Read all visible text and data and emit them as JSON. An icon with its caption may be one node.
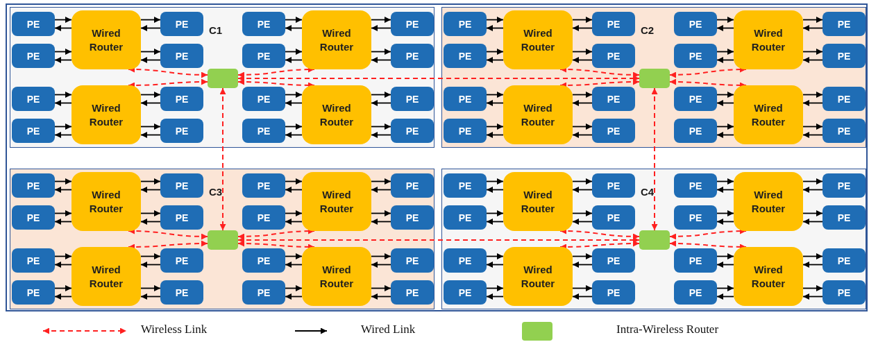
{
  "diagram": {
    "nodes": [
      {
        "text": [
          "C1"
        ]
      },
      {
        "text": [
          "Wired Router"
        ],
        "in": 0
      },
      {
        "text": [
          "PE"
        ],
        "in": 0
      },
      {
        "text": [
          "PE"
        ],
        "in": 0
      },
      {
        "text": [
          "PE"
        ],
        "in": 0
      },
      {
        "text": [
          "PE"
        ],
        "in": 0
      },
      {
        "text": [
          "Wired Router"
        ],
        "in": 0
      },
      {
        "text": [
          "PE"
        ],
        "in": 0
      },
      {
        "text": [
          "PE"
        ],
        "in": 0
      },
      {
        "text": [
          "PE"
        ],
        "in": 0
      },
      {
        "text": [
          "PE"
        ],
        "in": 0
      },
      {
        "text": [
          "Wired Router"
        ],
        "in": 0
      },
      {
        "text": [
          "PE"
        ],
        "in": 0
      },
      {
        "text": [
          "PE"
        ],
        "in": 0
      },
      {
        "text": [
          "PE"
        ],
        "in": 0
      },
      {
        "text": [
          "PE"
        ],
        "in": 0
      },
      {
        "text": [
          "Wired Router"
        ],
        "in": 0
      },
      {
        "text": [
          "PE"
        ],
        "in": 0
      },
      {
        "text": [
          "PE"
        ],
        "in": 0
      },
      {
        "text": [
          "PE"
        ],
        "in": 0
      },
      {
        "text": [
          "PE"
        ],
        "in": 0
      },
      {
        "text": [],
        "shape": "box",
        "in": 0
      },
      {
        "text": [
          "C2"
        ]
      },
      {
        "text": [
          "Wired Router"
        ],
        "in": 22
      },
      {
        "text": [
          "PE"
        ],
        "in": 22
      },
      {
        "text": [
          "PE"
        ],
        "in": 22
      },
      {
        "text": [
          "PE"
        ],
        "in": 22
      },
      {
        "text": [
          "PE"
        ],
        "in": 22
      },
      {
        "text": [
          "Wired Router"
        ],
        "in": 22
      },
      {
        "text": [
          "PE"
        ],
        "in": 22
      },
      {
        "text": [
          "PE"
        ],
        "in": 22
      },
      {
        "text": [
          "PE"
        ],
        "in": 22
      },
      {
        "text": [
          "PE"
        ],
        "in": 22
      },
      {
        "text": [
          "Wired Router"
        ],
        "in": 22
      },
      {
        "text": [
          "PE"
        ],
        "in": 22
      },
      {
        "text": [
          "PE"
        ],
        "in": 22
      },
      {
        "text": [
          "PE"
        ],
        "in": 22
      },
      {
        "text": [
          "PE"
        ],
        "in": 22
      },
      {
        "text": [
          "Wired Router"
        ],
        "in": 22
      },
      {
        "text": [
          "PE"
        ],
        "in": 22
      },
      {
        "text": [
          "PE"
        ],
        "in": 22
      },
      {
        "text": [
          "PE"
        ],
        "in": 22
      },
      {
        "text": [
          "PE"
        ],
        "in": 22
      },
      {
        "text": [],
        "shape": "box",
        "in": 22
      },
      {
        "text": [
          "C3"
        ]
      },
      {
        "text": [
          "Wired Router"
        ],
        "in": 44
      },
      {
        "text": [
          "PE"
        ],
        "in": 44
      },
      {
        "text": [
          "PE"
        ],
        "in": 44
      },
      {
        "text": [
          "PE"
        ],
        "in": 44
      },
      {
        "text": [
          "PE"
        ],
        "in": 44
      },
      {
        "text": [
          "Wired Router"
        ],
        "in": 44
      },
      {
        "text": [
          "PE"
        ],
        "in": 44
      },
      {
        "text": [
          "PE"
        ],
        "in": 44
      },
      {
        "text": [
          "PE"
        ],
        "in": 44
      },
      {
        "text": [
          "PE"
        ],
        "in": 44
      },
      {
        "text": [
          "Wired Router"
        ],
        "in": 44
      },
      {
        "text": [
          "PE"
        ],
        "in": 44
      },
      {
        "text": [
          "PE"
        ],
        "in": 44
      },
      {
        "text": [
          "PE"
        ],
        "in": 44
      },
      {
        "text": [
          "PE"
        ],
        "in": 44
      },
      {
        "text": [
          "Wired Router"
        ],
        "in": 44
      },
      {
        "text": [
          "PE"
        ],
        "in": 44
      },
      {
        "text": [
          "PE"
        ],
        "in": 44
      },
      {
        "text": [
          "PE"
        ],
        "in": 44
      },
      {
        "text": [
          "PE"
        ],
        "in": 44
      },
      {
        "text": [],
        "shape": "box",
        "in": 44
      },
      {
        "text": [
          "C4"
        ]
      },
      {
        "text": [
          "Wired Router"
        ],
        "in": 66
      },
      {
        "text": [
          "PE"
        ],
        "in": 66
      },
      {
        "text": [
          "PE"
        ],
        "in": 66
      },
      {
        "text": [
          "PE"
        ],
        "in": 66
      },
      {
        "text": [
          "PE"
        ],
        "in": 66
      },
      {
        "text": [
          "Wired Router"
        ],
        "in": 66
      },
      {
        "text": [
          "PE"
        ],
        "in": 66
      },
      {
        "text": [
          "PE"
        ],
        "in": 66
      },
      {
        "text": [
          "PE"
        ],
        "in": 66
      },
      {
        "text": [
          "PE"
        ],
        "in": 66
      },
      {
        "text": [
          "Wired Router"
        ],
        "in": 66
      },
      {
        "text": [
          "PE"
        ],
        "in": 66
      },
      {
        "text": [
          "PE"
        ],
        "in": 66
      },
      {
        "text": [
          "PE"
        ],
        "in": 66
      },
      {
        "text": [
          "PE"
        ],
        "in": 66
      },
      {
        "text": [
          "Wired Router"
        ],
        "in": 66
      },
      {
        "text": [
          "PE"
        ],
        "in": 66
      },
      {
        "text": [
          "PE"
        ],
        "in": 66
      },
      {
        "text": [
          "PE"
        ],
        "in": 66
      },
      {
        "text": [
          "PE"
        ],
        "in": 66
      },
      {
        "text": [],
        "shape": "box",
        "in": 66
      }
    ],
    "edges": [
      {
        "from": 2,
        "to": 1,
        "arrow": "to"
      },
      {
        "from": 1,
        "to": 2,
        "arrow": "to"
      },
      {
        "from": 3,
        "to": 1,
        "arrow": "to"
      },
      {
        "from": 1,
        "to": 3,
        "arrow": "to"
      },
      {
        "from": 1,
        "to": 4,
        "arrow": "to"
      },
      {
        "from": 4,
        "to": 1,
        "arrow": "to"
      },
      {
        "from": 1,
        "to": 5,
        "arrow": "to"
      },
      {
        "from": 5,
        "to": 1,
        "arrow": "to"
      },
      {
        "from": 7,
        "to": 6,
        "arrow": "to"
      },
      {
        "from": 6,
        "to": 7,
        "arrow": "to"
      },
      {
        "from": 8,
        "to": 6,
        "arrow": "to"
      },
      {
        "from": 6,
        "to": 8,
        "arrow": "to"
      },
      {
        "from": 6,
        "to": 9,
        "arrow": "to"
      },
      {
        "from": 9,
        "to": 6,
        "arrow": "to"
      },
      {
        "from": 6,
        "to": 10,
        "arrow": "to"
      },
      {
        "from": 10,
        "to": 6,
        "arrow": "to"
      },
      {
        "from": 12,
        "to": 11,
        "arrow": "to"
      },
      {
        "from": 11,
        "to": 12,
        "arrow": "to"
      },
      {
        "from": 13,
        "to": 11,
        "arrow": "to"
      },
      {
        "from": 11,
        "to": 13,
        "arrow": "to"
      },
      {
        "from": 11,
        "to": 14,
        "arrow": "to"
      },
      {
        "from": 14,
        "to": 11,
        "arrow": "to"
      },
      {
        "from": 11,
        "to": 15,
        "arrow": "to"
      },
      {
        "from": 15,
        "to": 11,
        "arrow": "to"
      },
      {
        "from": 17,
        "to": 16,
        "arrow": "to"
      },
      {
        "from": 16,
        "to": 17,
        "arrow": "to"
      },
      {
        "from": 18,
        "to": 16,
        "arrow": "to"
      },
      {
        "from": 16,
        "to": 18,
        "arrow": "to"
      },
      {
        "from": 16,
        "to": 19,
        "arrow": "to"
      },
      {
        "from": 19,
        "to": 16,
        "arrow": "to"
      },
      {
        "from": 16,
        "to": 20,
        "arrow": "to"
      },
      {
        "from": 20,
        "to": 16,
        "arrow": "to"
      },
      {
        "from": 21,
        "to": 1,
        "arrow": "both",
        "style": "dashed",
        "color": "#ff2020"
      },
      {
        "from": 21,
        "to": 6,
        "arrow": "both",
        "style": "dashed",
        "color": "#ff2020"
      },
      {
        "from": 21,
        "to": 11,
        "arrow": "both",
        "style": "dashed",
        "color": "#ff2020"
      },
      {
        "from": 21,
        "to": 16,
        "arrow": "both",
        "style": "dashed",
        "color": "#ff2020"
      },
      {
        "from": 24,
        "to": 23,
        "arrow": "to"
      },
      {
        "from": 23,
        "to": 24,
        "arrow": "to"
      },
      {
        "from": 25,
        "to": 23,
        "arrow": "to"
      },
      {
        "from": 23,
        "to": 25,
        "arrow": "to"
      },
      {
        "from": 23,
        "to": 26,
        "arrow": "to"
      },
      {
        "from": 26,
        "to": 23,
        "arrow": "to"
      },
      {
        "from": 23,
        "to": 27,
        "arrow": "to"
      },
      {
        "from": 27,
        "to": 23,
        "arrow": "to"
      },
      {
        "from": 29,
        "to": 28,
        "arrow": "to"
      },
      {
        "from": 28,
        "to": 29,
        "arrow": "to"
      },
      {
        "from": 30,
        "to": 28,
        "arrow": "to"
      },
      {
        "from": 28,
        "to": 30,
        "arrow": "to"
      },
      {
        "from": 28,
        "to": 31,
        "arrow": "to"
      },
      {
        "from": 31,
        "to": 28,
        "arrow": "to"
      },
      {
        "from": 28,
        "to": 32,
        "arrow": "to"
      },
      {
        "from": 32,
        "to": 28,
        "arrow": "to"
      },
      {
        "from": 34,
        "to": 33,
        "arrow": "to"
      },
      {
        "from": 33,
        "to": 34,
        "arrow": "to"
      },
      {
        "from": 35,
        "to": 33,
        "arrow": "to"
      },
      {
        "from": 33,
        "to": 35,
        "arrow": "to"
      },
      {
        "from": 33,
        "to": 36,
        "arrow": "to"
      },
      {
        "from": 36,
        "to": 33,
        "arrow": "to"
      },
      {
        "from": 33,
        "to": 37,
        "arrow": "to"
      },
      {
        "from": 37,
        "to": 33,
        "arrow": "to"
      },
      {
        "from": 39,
        "to": 38,
        "arrow": "to"
      },
      {
        "from": 38,
        "to": 39,
        "arrow": "to"
      },
      {
        "from": 40,
        "to": 38,
        "arrow": "to"
      },
      {
        "from": 38,
        "to": 40,
        "arrow": "to"
      },
      {
        "from": 38,
        "to": 41,
        "arrow": "to"
      },
      {
        "from": 41,
        "to": 38,
        "arrow": "to"
      },
      {
        "from": 38,
        "to": 42,
        "arrow": "to"
      },
      {
        "from": 42,
        "to": 38,
        "arrow": "to"
      },
      {
        "from": 43,
        "to": 23,
        "arrow": "both",
        "style": "dashed",
        "color": "#ff2020"
      },
      {
        "from": 43,
        "to": 28,
        "arrow": "both",
        "style": "dashed",
        "color": "#ff2020"
      },
      {
        "from": 43,
        "to": 33,
        "arrow": "both",
        "style": "dashed",
        "color": "#ff2020"
      },
      {
        "from": 43,
        "to": 38,
        "arrow": "both",
        "style": "dashed",
        "color": "#ff2020"
      },
      {
        "from": 46,
        "to": 45,
        "arrow": "to"
      },
      {
        "from": 45,
        "to": 46,
        "arrow": "to"
      },
      {
        "from": 47,
        "to": 45,
        "arrow": "to"
      },
      {
        "from": 45,
        "to": 47,
        "arrow": "to"
      },
      {
        "from": 45,
        "to": 48,
        "arrow": "to"
      },
      {
        "from": 48,
        "to": 45,
        "arrow": "to"
      },
      {
        "from": 45,
        "to": 49,
        "arrow": "to"
      },
      {
        "from": 49,
        "to": 45,
        "arrow": "to"
      },
      {
        "from": 51,
        "to": 50,
        "arrow": "to"
      },
      {
        "from": 50,
        "to": 51,
        "arrow": "to"
      },
      {
        "from": 52,
        "to": 50,
        "arrow": "to"
      },
      {
        "from": 50,
        "to": 52,
        "arrow": "to"
      },
      {
        "from": 50,
        "to": 53,
        "arrow": "to"
      },
      {
        "from": 53,
        "to": 50,
        "arrow": "to"
      },
      {
        "from": 50,
        "to": 54,
        "arrow": "to"
      },
      {
        "from": 54,
        "to": 50,
        "arrow": "to"
      },
      {
        "from": 56,
        "to": 55,
        "arrow": "to"
      },
      {
        "from": 55,
        "to": 56,
        "arrow": "to"
      },
      {
        "from": 57,
        "to": 55,
        "arrow": "to"
      },
      {
        "from": 55,
        "to": 57,
        "arrow": "to"
      },
      {
        "from": 55,
        "to": 58,
        "arrow": "to"
      },
      {
        "from": 58,
        "to": 55,
        "arrow": "to"
      },
      {
        "from": 55,
        "to": 59,
        "arrow": "to"
      },
      {
        "from": 59,
        "to": 55,
        "arrow": "to"
      },
      {
        "from": 61,
        "to": 60,
        "arrow": "to"
      },
      {
        "from": 60,
        "to": 61,
        "arrow": "to"
      },
      {
        "from": 62,
        "to": 60,
        "arrow": "to"
      },
      {
        "from": 60,
        "to": 62,
        "arrow": "to"
      },
      {
        "from": 60,
        "to": 63,
        "arrow": "to"
      },
      {
        "from": 63,
        "to": 60,
        "arrow": "to"
      },
      {
        "from": 60,
        "to": 64,
        "arrow": "to"
      },
      {
        "from": 64,
        "to": 60,
        "arrow": "to"
      },
      {
        "from": 65,
        "to": 45,
        "arrow": "both",
        "style": "dashed",
        "color": "#ff2020"
      },
      {
        "from": 65,
        "to": 50,
        "arrow": "both",
        "style": "dashed",
        "color": "#ff2020"
      },
      {
        "from": 65,
        "to": 55,
        "arrow": "both",
        "style": "dashed",
        "color": "#ff2020"
      },
      {
        "from": 65,
        "to": 60,
        "arrow": "both",
        "style": "dashed",
        "color": "#ff2020"
      },
      {
        "from": 68,
        "to": 67,
        "arrow": "to"
      },
      {
        "from": 67,
        "to": 68,
        "arrow": "to"
      },
      {
        "from": 69,
        "to": 67,
        "arrow": "to"
      },
      {
        "from": 67,
        "to": 69,
        "arrow": "to"
      },
      {
        "from": 67,
        "to": 70,
        "arrow": "to"
      },
      {
        "from": 70,
        "to": 67,
        "arrow": "to"
      },
      {
        "from": 67,
        "to": 71,
        "arrow": "to"
      },
      {
        "from": 71,
        "to": 67,
        "arrow": "to"
      },
      {
        "from": 73,
        "to": 72,
        "arrow": "to"
      },
      {
        "from": 72,
        "to": 73,
        "arrow": "to"
      },
      {
        "from": 74,
        "to": 72,
        "arrow": "to"
      },
      {
        "from": 72,
        "to": 74,
        "arrow": "to"
      },
      {
        "from": 72,
        "to": 75,
        "arrow": "to"
      },
      {
        "from": 75,
        "to": 72,
        "arrow": "to"
      },
      {
        "from": 72,
        "to": 76,
        "arrow": "to"
      },
      {
        "from": 76,
        "to": 72,
        "arrow": "to"
      },
      {
        "from": 78,
        "to": 77,
        "arrow": "to"
      },
      {
        "from": 77,
        "to": 78,
        "arrow": "to"
      },
      {
        "from": 79,
        "to": 77,
        "arrow": "to"
      },
      {
        "from": 77,
        "to": 79,
        "arrow": "to"
      },
      {
        "from": 77,
        "to": 80,
        "arrow": "to"
      },
      {
        "from": 80,
        "to": 77,
        "arrow": "to"
      },
      {
        "from": 77,
        "to": 81,
        "arrow": "to"
      },
      {
        "from": 81,
        "to": 77,
        "arrow": "to"
      },
      {
        "from": 83,
        "to": 82,
        "arrow": "to"
      },
      {
        "from": 82,
        "to": 83,
        "arrow": "to"
      },
      {
        "from": 84,
        "to": 82,
        "arrow": "to"
      },
      {
        "from": 82,
        "to": 84,
        "arrow": "to"
      },
      {
        "from": 82,
        "to": 85,
        "arrow": "to"
      },
      {
        "from": 85,
        "to": 82,
        "arrow": "to"
      },
      {
        "from": 82,
        "to": 86,
        "arrow": "to"
      },
      {
        "from": 86,
        "to": 82,
        "arrow": "to"
      },
      {
        "from": 87,
        "to": 67,
        "arrow": "both",
        "style": "dashed",
        "color": "#ff2020"
      },
      {
        "from": 87,
        "to": 72,
        "arrow": "both",
        "style": "dashed",
        "color": "#ff2020"
      },
      {
        "from": 87,
        "to": 77,
        "arrow": "both",
        "style": "dashed",
        "color": "#ff2020"
      },
      {
        "from": 87,
        "to": 82,
        "arrow": "both",
        "style": "dashed",
        "color": "#ff2020"
      },
      {
        "from": 21,
        "to": 43,
        "arrow": "both",
        "style": "dashed",
        "color": "#ff2020"
      },
      {
        "from": 21,
        "to": 65,
        "arrow": "both",
        "style": "dashed",
        "color": "#ff2020"
      },
      {
        "from": 43,
        "to": 87,
        "arrow": "both",
        "style": "dashed",
        "color": "#ff2020"
      },
      {
        "from": 65,
        "to": 87,
        "arrow": "both",
        "style": "dashed",
        "color": "#ff2020"
      }
    ],
    "legend": [
      {
        "text": "Wireless Link"
      },
      {
        "text": "Wired Link"
      },
      {
        "text": "Intra-Wireless Router",
        "color": "#92d050"
      }
    ]
  }
}
